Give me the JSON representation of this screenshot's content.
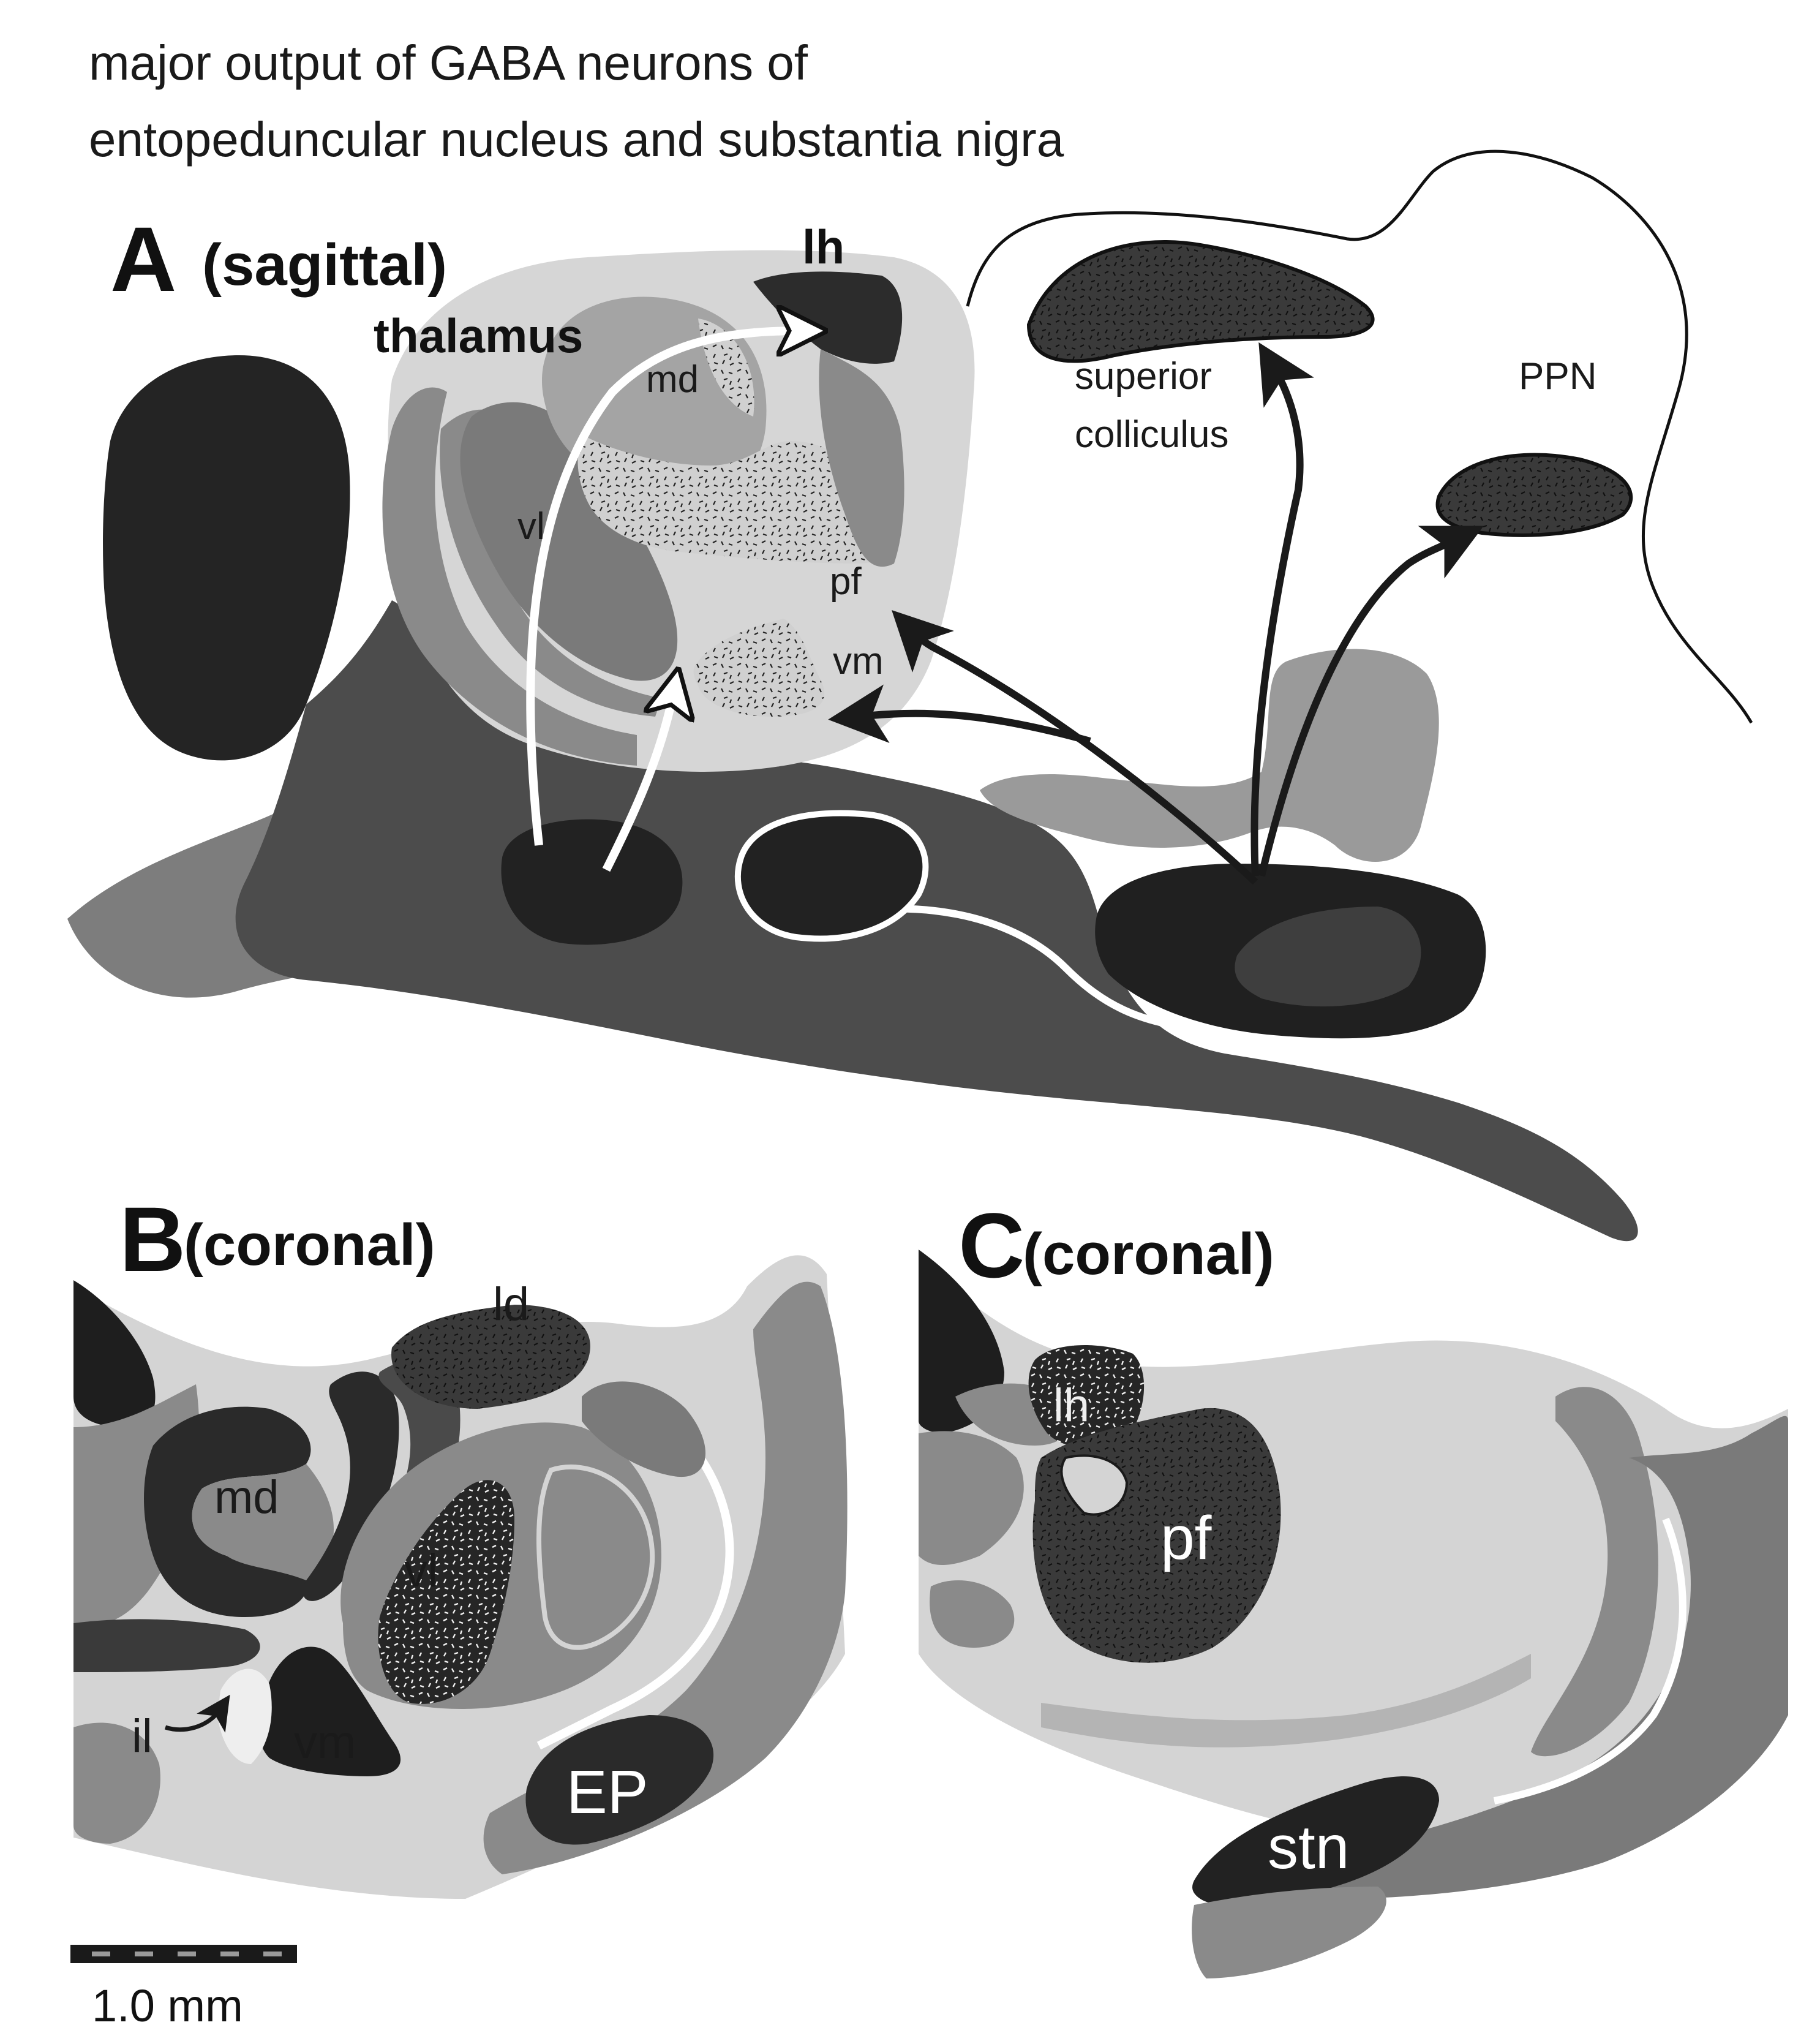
{
  "title": {
    "line1": "major output of GABA neurons of",
    "line2": "entopeduncular nucleus and substantia nigra"
  },
  "panel_a": {
    "letter": "A",
    "subtitle": "(sagittal)",
    "labels": {
      "thalamus": "thalamus",
      "lh": "lh",
      "md": "md",
      "vl": "vl",
      "pf": "pf",
      "vm": "vm",
      "superior": "superior",
      "colliculus": "colliculus",
      "ppn": "PPN"
    }
  },
  "panel_b": {
    "letter": "B",
    "subtitle": "(coronal)",
    "labels": {
      "ld": "ld",
      "md": "md",
      "vl": "vl",
      "il": "il",
      "vm": "vm",
      "ep": "EP"
    }
  },
  "panel_c": {
    "letter": "C",
    "subtitle": "(coronal)",
    "labels": {
      "lh": "lh",
      "pf": "pf",
      "stn": "stn"
    }
  },
  "scale_bar": {
    "label": "1.0 mm"
  },
  "colors": {
    "darkest": "#1f1f1f",
    "dark": "#4a4a4a",
    "mid": "#7a7a7a",
    "light": "#a8a8a8",
    "lightest": "#d4d4d4",
    "arrow_dark": "#1a1a1a",
    "arrow_white": "#ffffff"
  }
}
